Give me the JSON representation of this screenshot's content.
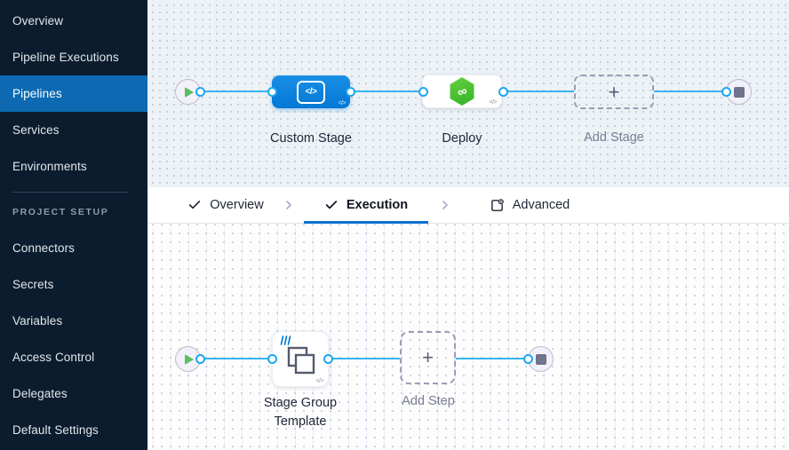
{
  "sidebar": {
    "items": [
      {
        "label": "Overview"
      },
      {
        "label": "Pipeline Executions"
      },
      {
        "label": "Pipelines"
      },
      {
        "label": "Services"
      },
      {
        "label": "Environments"
      }
    ],
    "section_label": "PROJECT SETUP",
    "setup_items": [
      {
        "label": "Connectors"
      },
      {
        "label": "Secrets"
      },
      {
        "label": "Variables"
      },
      {
        "label": "Access Control"
      },
      {
        "label": "Delegates"
      },
      {
        "label": "Default Settings"
      }
    ]
  },
  "tabbar": {
    "tabs": [
      {
        "label": "Overview",
        "icon": "check-icon"
      },
      {
        "label": "Execution",
        "icon": "check-icon"
      },
      {
        "label": "Advanced",
        "icon": "advanced-icon"
      }
    ]
  },
  "stage_pipeline": {
    "nodes": [
      {
        "type": "start",
        "icon": "play-icon"
      },
      {
        "label": "Custom Stage",
        "icon": "custom-stage-icon",
        "code_badge": "</>"
      },
      {
        "label": "Deploy",
        "icon": "deploy-cd-icon",
        "code_badge": "</>"
      },
      {
        "label": "Add Stage",
        "icon": "plus-icon"
      },
      {
        "type": "end",
        "icon": "stop-icon"
      }
    ]
  },
  "execution_canvas": {
    "nodes": [
      {
        "type": "start",
        "icon": "play-icon"
      },
      {
        "label": "Stage Group\nTemplate",
        "icon": "stage-group-icon",
        "code_badge": "</>",
        "template_badge": true
      },
      {
        "label": "Add Step",
        "icon": "plus-icon"
      },
      {
        "type": "end",
        "icon": "stop-icon"
      }
    ]
  },
  "glyphs": {
    "plus": "+",
    "code": "</>",
    "infinity": "∞"
  },
  "colors": {
    "sidebar_bg": "#0b1c2e",
    "sidebar_active": "#0d6ab2",
    "node_blue": "#0378d5",
    "edge_blue": "#38b5f1",
    "deploy_green": "#42bd2e",
    "play_green": "#5cbe60",
    "tab_underline": "#0b6ed0",
    "canvas_top_bg": "#edf2f7",
    "canvas_bottom_bg": "#fdfdfe"
  }
}
